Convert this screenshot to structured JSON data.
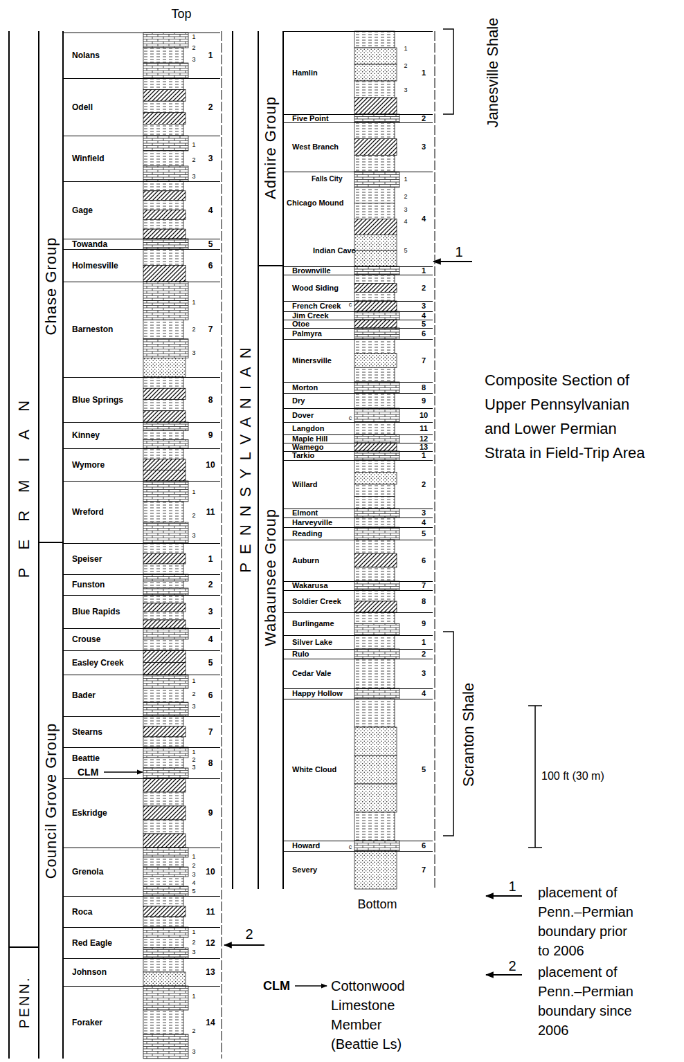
{
  "diagram": {
    "title": "Composite Section of Upper Pennsylvanian and Lower Permian Strata in Field-Trip Area",
    "nodes": [
      {
        "text": [
          "PERMIAN"
        ]
      },
      {
        "text": [
          "PENN."
        ]
      },
      {
        "text": [
          "Chase Group"
        ]
      },
      {
        "text": [
          "Council Grove Group"
        ]
      },
      {
        "text": [
          "Nolans",
          "1",
          "2",
          "3",
          "1"
        ]
      },
      {
        "text": [
          "Odell",
          "2"
        ]
      },
      {
        "text": [
          "Winfield",
          "1",
          "2",
          "3",
          "3"
        ]
      },
      {
        "text": [
          "Gage",
          "4"
        ]
      },
      {
        "text": [
          "Towanda",
          "5"
        ]
      },
      {
        "text": [
          "Holmesville",
          "6"
        ]
      },
      {
        "text": [
          "Barneston",
          "1",
          "2",
          "3",
          "7"
        ]
      },
      {
        "text": [
          "Blue Springs",
          "8"
        ]
      },
      {
        "text": [
          "Kinney",
          "9"
        ]
      },
      {
        "text": [
          "Wymore",
          "10"
        ]
      },
      {
        "text": [
          "Wreford",
          "1",
          "2",
          "3",
          "11"
        ]
      },
      {
        "text": [
          "Speiser",
          "1"
        ]
      },
      {
        "text": [
          "Funston",
          "2"
        ]
      },
      {
        "text": [
          "Blue Rapids",
          "3"
        ]
      },
      {
        "text": [
          "Crouse",
          "4"
        ]
      },
      {
        "text": [
          "Easley Creek",
          "5"
        ]
      },
      {
        "text": [
          "Bader",
          "1",
          "2",
          "3",
          "6"
        ]
      },
      {
        "text": [
          "Stearns",
          "7"
        ]
      },
      {
        "text": [
          "Beattie",
          "CLM",
          "1",
          "2",
          "3",
          "8"
        ]
      },
      {
        "text": [
          "Eskridge",
          "9"
        ]
      },
      {
        "text": [
          "Grenola",
          "1",
          "2",
          "3",
          "4",
          "5",
          "10"
        ]
      },
      {
        "text": [
          "Roca",
          "11"
        ]
      },
      {
        "text": [
          "Red Eagle",
          "1",
          "2",
          "3",
          "12"
        ]
      },
      {
        "text": [
          "Johnson",
          "13"
        ]
      },
      {
        "text": [
          "Foraker",
          "1",
          "2",
          "3",
          "14"
        ]
      },
      {
        "text": [
          "PENNSYLVANIAN"
        ]
      },
      {
        "text": [
          "Admire Group"
        ]
      },
      {
        "text": [
          "Wabaunsee Group"
        ]
      },
      {
        "text": [
          "Hamlin",
          "1",
          "2",
          "3",
          "1"
        ]
      },
      {
        "text": [
          "Five Point",
          "2"
        ]
      },
      {
        "text": [
          "West Branch",
          "3"
        ]
      },
      {
        "text": [
          "Falls City",
          "Chicago Mound",
          "Indian Cave",
          "1",
          "2",
          "3",
          "4",
          "5",
          "4"
        ]
      },
      {
        "text": [
          "Brownville",
          "1"
        ]
      },
      {
        "text": [
          "Wood Siding",
          "2"
        ]
      },
      {
        "text": [
          "French Creek",
          "3"
        ]
      },
      {
        "text": [
          "Jim Creek",
          "4"
        ]
      },
      {
        "text": [
          "Otoe",
          "5"
        ]
      },
      {
        "text": [
          "Palmyra",
          "6"
        ]
      },
      {
        "text": [
          "Minersville",
          "7"
        ]
      },
      {
        "text": [
          "Morton",
          "8"
        ]
      },
      {
        "text": [
          "Dry",
          "9"
        ]
      },
      {
        "text": [
          "Dover",
          "10"
        ]
      },
      {
        "text": [
          "Langdon",
          "11"
        ]
      },
      {
        "text": [
          "Maple Hill",
          "12"
        ]
      },
      {
        "text": [
          "Wamego",
          "13"
        ]
      },
      {
        "text": [
          "Tarkio",
          "1"
        ]
      },
      {
        "text": [
          "Willard",
          "2"
        ]
      },
      {
        "text": [
          "Elmont",
          "3"
        ]
      },
      {
        "text": [
          "Harveyville",
          "4"
        ]
      },
      {
        "text": [
          "Reading",
          "5"
        ]
      },
      {
        "text": [
          "Auburn",
          "6"
        ]
      },
      {
        "text": [
          "Wakarusa",
          "7"
        ]
      },
      {
        "text": [
          "Soldier Creek",
          "8"
        ]
      },
      {
        "text": [
          "Burlingame",
          "9"
        ]
      },
      {
        "text": [
          "Silver Lake",
          "1"
        ]
      },
      {
        "text": [
          "Rulo",
          "2"
        ]
      },
      {
        "text": [
          "Cedar Vale",
          "3"
        ]
      },
      {
        "text": [
          "Happy Hollow",
          "4"
        ]
      },
      {
        "text": [
          "White Cloud",
          "5"
        ]
      },
      {
        "text": [
          "Howard",
          "6"
        ]
      },
      {
        "text": [
          "Severy",
          "7"
        ]
      }
    ],
    "labels": [
      "Top",
      "Janesville Shale",
      "1",
      "c",
      "c",
      "Scranton Shale",
      "100 ft (30 m)",
      "c",
      "Bottom",
      "2",
      "1",
      "2",
      "CLM"
    ],
    "legend": [
      {
        "text": "placement of Penn.–Permian boundary prior to 2006"
      },
      {
        "text": "placement of Penn.–Permian boundary since 2006"
      },
      {
        "text": "Cottonwood Limestone Member (Beattie Ls)"
      }
    ]
  }
}
